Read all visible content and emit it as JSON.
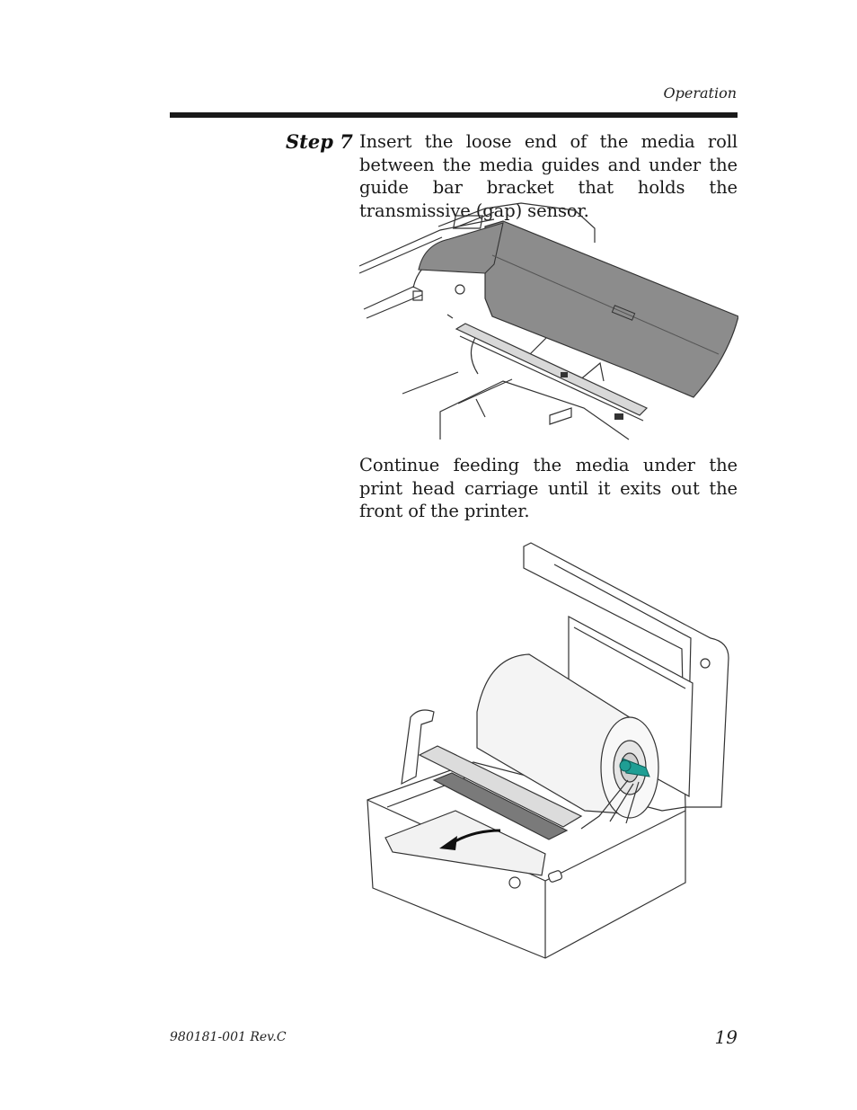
{
  "header": {
    "section": "Operation"
  },
  "step": {
    "label": "Step 7",
    "text": "Insert the loose end of the media roll between the media guides and under the guide bar bracket that holds the transmissive (gap) sensor."
  },
  "continue_text": "Continue feeding the media under the print head carriage until it exits out the front of the printer.",
  "footer": {
    "doc_number": "980181-001 Rev.C",
    "page_number": "19"
  },
  "colors": {
    "rule": "#1a1a1a",
    "cover_gray": "#8c8c8c",
    "spindle_teal": "#1f9e94"
  },
  "icons": [
    "media-guide-illustration",
    "printer-roll-illustration",
    "feed-direction-arrow-icon"
  ]
}
